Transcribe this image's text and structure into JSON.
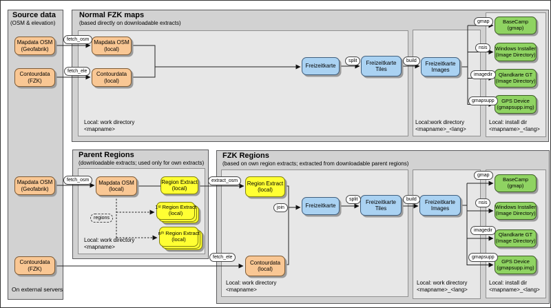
{
  "sections": {
    "source": {
      "title": "Source data",
      "subtitle": "(OSM & elevation)",
      "footer": "On external servers"
    },
    "normal": {
      "title": "Normal FZK maps",
      "subtitle": "(based directly on downloadable extracts)",
      "workdir1": "Local: work directory\n<mapname>",
      "workdir2": "Local:work directory\n<mapname>_<lang>",
      "installdir": "Local: install dir\n<mapname>_<lang>"
    },
    "parent": {
      "title": "Parent Regions",
      "subtitle": "(downloadable extracts; used only for own extracts)",
      "workdir": "Local: work directory\n<mapname>"
    },
    "fzk": {
      "title": "FZK Regions",
      "subtitle": "(based on own region extracts; extracted from downloadable parent regions)",
      "workdir1": "Local: work directory\n<mapname>",
      "workdir2": "Local: work directory\n<mapname>_<lang>",
      "installdir": "Local: install dir\n<mapname>_<lang>"
    }
  },
  "nodes": {
    "mapdata_src": "Mapdata OSM\n(Geofabrik)",
    "contour_src": "Contourdata\n(FZK)",
    "mapdata_local": "Mapdata OSM\n(local)",
    "contour_local": "Contourdata\n(local)",
    "freizeitkarte": "Freizeitkarte",
    "freizeitkarte_tiles": "Freizeitkarte\nTiles",
    "freizeitkarte_images": "Freizeitkarte\nImages",
    "region_extract": "Region Extract\n(local)",
    "region_extract_1": "1ˢᵗ Region Extract\n(local)",
    "region_extract_n": "nᵗʰ Region Extract\n(local)",
    "basecamp": "BaseCamp\n(gmap)",
    "win_installer": "Windows Installer\n(Image Directory)",
    "qlandkarte": "Qlandkarte GT\n(Image Directory)",
    "gps_device": "GPS Device\n(gmapsupp.img)"
  },
  "labels": {
    "fetch_osm": "fetch_osm",
    "fetch_ele": "fetch_ele",
    "extract_osm": "extract_osm",
    "regions": "regions",
    "join": "join",
    "split": "split",
    "build": "build",
    "gmap": "gmap",
    "nsis": "nsis",
    "imagedir": "imagedir",
    "gmapsupp": "gmapsupp"
  },
  "colors": {
    "source_node": "#f9c794",
    "process_node": "#aad2f2",
    "output_node": "#8fd362",
    "extract_node": "#ffff33",
    "section_bg": "#d2d2d2",
    "subbox_bg": "#e7e7e7"
  }
}
